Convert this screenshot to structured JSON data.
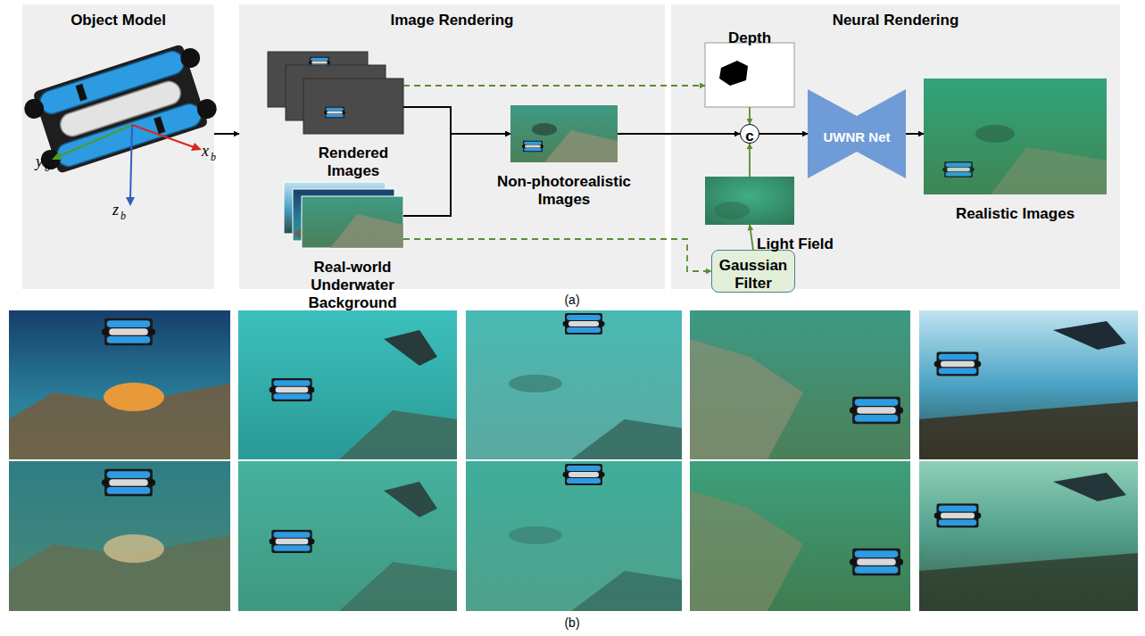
{
  "diagram": {
    "nodes": [
      {
        "text": [
          "Object Model"
        ]
      },
      {
        "text": [
          "Image Rendering"
        ]
      },
      {
        "text": [
          "Neural Rendering"
        ]
      },
      {
        "text": [
          "Rendered Images"
        ],
        "in": 1
      },
      {
        "text": [
          "Real-world Underwater Background"
        ],
        "in": 1
      },
      {
        "text": [
          "Non-photorealistic Images"
        ],
        "in": 1
      },
      {
        "text": [
          "Depth"
        ],
        "in": 2
      },
      {
        "text": [
          "Light Field"
        ],
        "in": 2
      },
      {
        "text": [
          "Gaussian Filter"
        ],
        "in": 2
      },
      {
        "text": [
          "c"
        ],
        "in": 2
      },
      {
        "text": [
          "UWNR Net"
        ],
        "in": 2
      },
      {
        "text": [
          "Realistic Images"
        ],
        "in": 2
      }
    ],
    "edges": [
      {
        "from": 0,
        "to": 1,
        "arrow": "to"
      },
      {
        "from": 3,
        "to": 5,
        "arrow": "to"
      },
      {
        "from": 4,
        "to": 5,
        "arrow": "to"
      },
      {
        "from": 5,
        "to": 9,
        "arrow": "to"
      },
      {
        "from": 3,
        "to": 6,
        "arrow": "to"
      },
      {
        "from": 4,
        "to": 8,
        "arrow": "to"
      },
      {
        "from": 8,
        "to": 7,
        "arrow": "to"
      },
      {
        "from": 6,
        "to": 9,
        "arrow": "to"
      },
      {
        "from": 7,
        "to": 9,
        "arrow": "to"
      },
      {
        "from": 9,
        "to": 10,
        "arrow": "to"
      },
      {
        "from": 10,
        "to": 11,
        "arrow": "to"
      }
    ],
    "labels": [
      "x",
      "b",
      "y",
      "b",
      "z",
      "b",
      "(a)",
      "(b)"
    ]
  }
}
